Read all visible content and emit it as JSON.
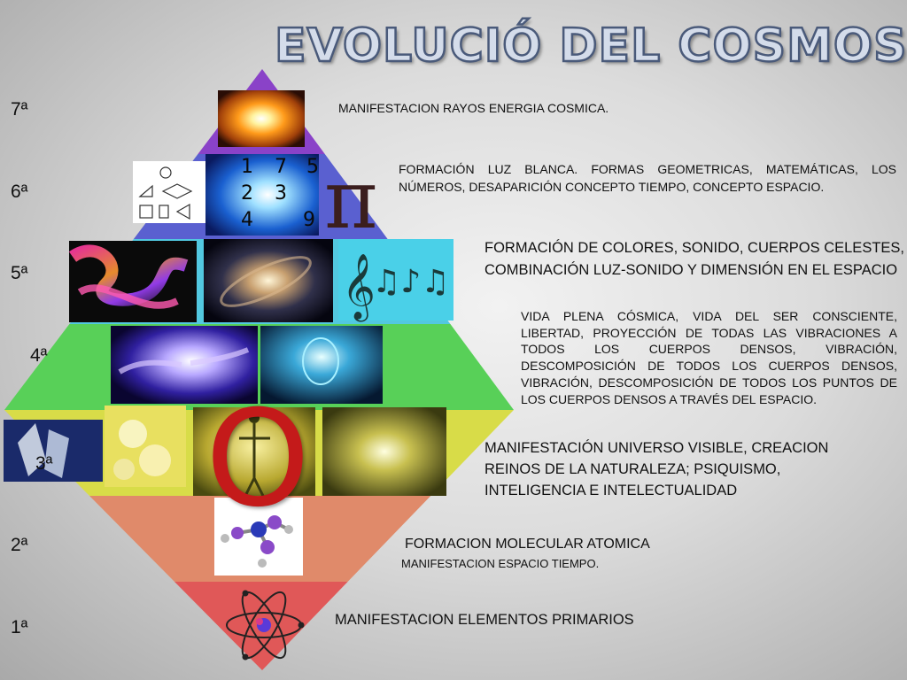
{
  "title": "EVOLUCIÓ DEL COSMOS",
  "levels": [
    "1ª",
    "2ª",
    "3ª",
    "4ª",
    "5ª",
    "6ª",
    "7ª"
  ],
  "descriptions": {
    "l7": "MANIFESTACION RAYOS ENERGIA COSMICA.",
    "l6": "FORMACIÓN LUZ BLANCA. FORMAS GEOMETRICAS, MATEMÁTICAS, LOS NÚMEROS, DESAPARICIÓN CONCEPTO TIEMPO, CONCEPTO ESPACIO.",
    "l5_line1": "FORMACIÓN DE COLORES, SONIDO, CUERPOS CELESTES,",
    "l5_line2": "COMBINACIÓN LUZ-SONIDO Y DIMENSIÓN EN EL ESPACIO",
    "l4": "VIDA PLENA CÓSMICA, VIDA DEL SER CONSCIENTE, LIBERTAD, PROYECCIÓN DE TODAS LAS VIBRACIONES A TODOS LOS CUERPOS DENSOS, VIBRACIÓN, DESCOMPOSICIÓN DE TODOS LOS CUERPOS DENSOS, VIBRACIÓN, DESCOMPOSICIÓN DE TODOS LOS PUNTOS DE LOS CUERPOS DENSOS A TRAVÉS DEL ESPACIO.",
    "l3_line1": "MANIFESTACIÓN UNIVERSO VISIBLE, CREACION",
    "l3_line2": "REINOS DE LA NATURALEZA; PSIQUISMO,",
    "l3_line3": "INTELIGENCIA E INTELECTUALIDAD",
    "l2_line1": "FORMACION MOLECULAR ATOMICA",
    "l2_line2": "MANIFESTACION ESPACIO TIEMPO.",
    "l1": "MANIFESTACION ELEMENTOS PRIMARIOS"
  },
  "symbols": {
    "pi": "π",
    "big_o": "O",
    "numbers": [
      "1",
      "7",
      "5",
      "2",
      "3",
      "4",
      "9"
    ]
  },
  "band_colors": {
    "violet": "#8a42c8",
    "indigo": "#5a60d0",
    "cyan": "#50c8e0",
    "green": "#58d058",
    "yellow": "#d8dc48",
    "orange": "#e08a68",
    "red": "#e05858"
  },
  "icons": [
    "cosmic-ray-image",
    "geometry-shapes-image",
    "numbers-light-image",
    "colorful-smoke-image",
    "galaxy-image",
    "music-notes-image",
    "hands-light-image",
    "head-energy-image",
    "crystal-image",
    "orchid-flower-image",
    "vitruvian-man-image",
    "spiral-galaxy-image",
    "molecule-image",
    "atom-image"
  ]
}
